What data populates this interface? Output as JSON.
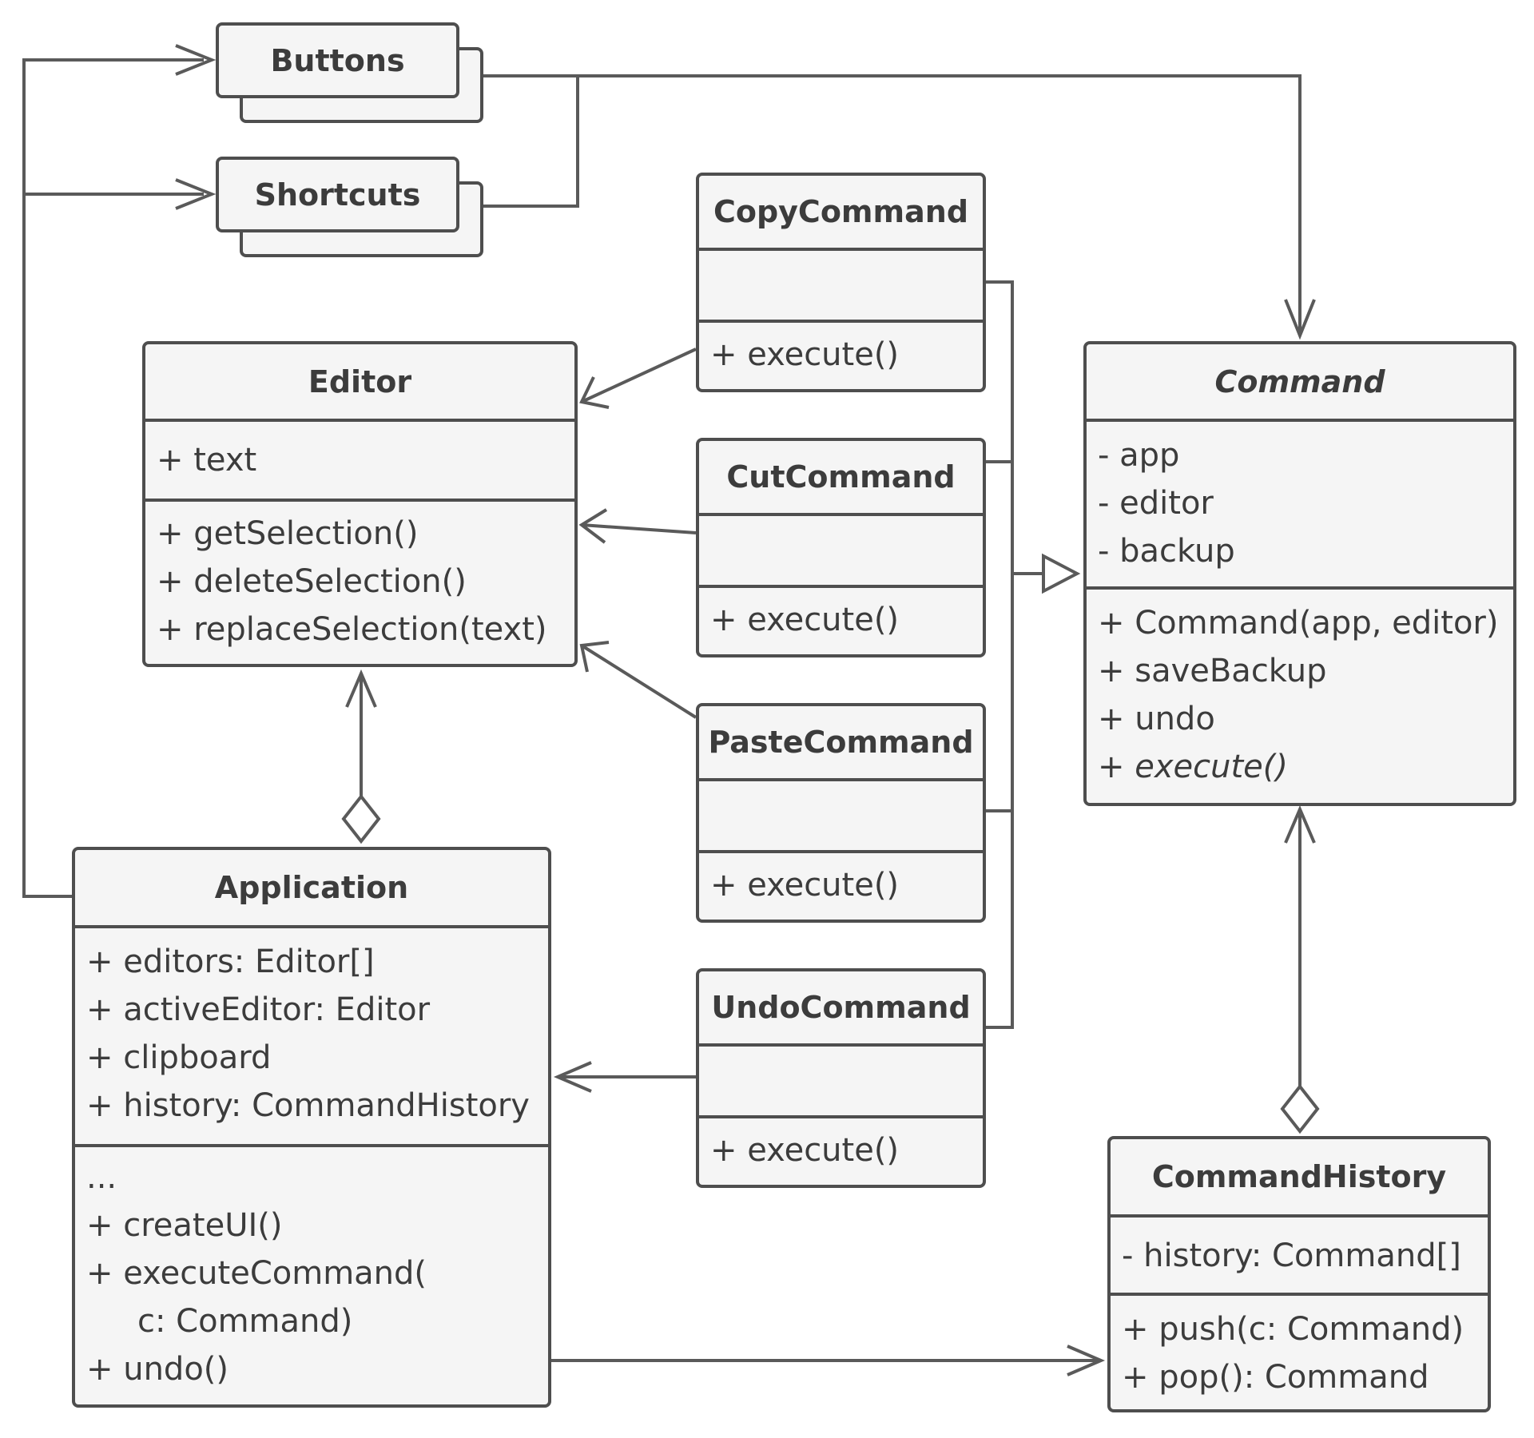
{
  "buttons": {
    "name": "Buttons"
  },
  "shortcuts": {
    "name": "Shortcuts"
  },
  "editor": {
    "name": "Editor",
    "fields": [
      "+ text"
    ],
    "methods": [
      "+ getSelection()",
      "+ deleteSelection()",
      "+ replaceSelection(text)"
    ]
  },
  "command": {
    "name": "Command",
    "fields": [
      "- app",
      "- editor",
      "- backup"
    ],
    "methods": [
      "+ Command(app, editor)",
      "+ saveBackup",
      "+ undo"
    ],
    "method_plus": "+ ",
    "abstract_method": "execute()"
  },
  "copy_command": {
    "name": "CopyCommand",
    "method": "+ execute()"
  },
  "cut_command": {
    "name": "CutCommand",
    "method": "+ execute()"
  },
  "paste_command": {
    "name": "PasteCommand",
    "method": "+ execute()"
  },
  "undo_command": {
    "name": "UndoCommand",
    "method": "+ execute()"
  },
  "application": {
    "name": "Application",
    "fields": [
      "+ editors: Editor[]",
      "+ activeEditor: Editor",
      "+ clipboard",
      "+ history: CommandHistory"
    ],
    "methods": [
      "...",
      "+ createUI()",
      "+ executeCommand(",
      "c: Command)",
      "+ undo()"
    ]
  },
  "command_history": {
    "name": "CommandHistory",
    "fields": [
      "- history: Command[]"
    ],
    "methods": [
      "+ push(c: Command)",
      "+ pop(): Command"
    ]
  },
  "colors": {
    "stroke": "#4e4e4e",
    "fill": "#f5f5f5",
    "text": "#3c3c3c"
  }
}
